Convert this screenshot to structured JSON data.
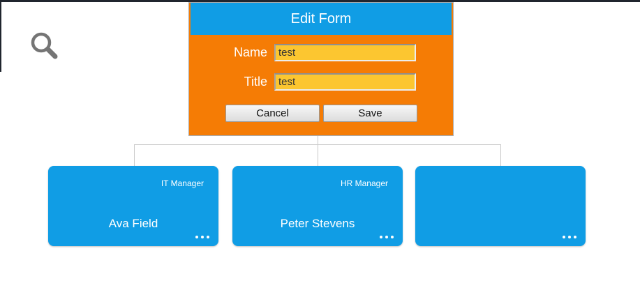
{
  "edit_form": {
    "title": "Edit Form",
    "fields": [
      {
        "label": "Name",
        "value": "test"
      },
      {
        "label": "Title",
        "value": "test"
      }
    ],
    "cancel_label": "Cancel",
    "save_label": "Save"
  },
  "org_chart": {
    "nodes": [
      {
        "title": "IT Manager",
        "name": "Ava Field"
      },
      {
        "title": "HR Manager",
        "name": "Peter Stevens"
      },
      {
        "title": "",
        "name": ""
      }
    ]
  },
  "colors": {
    "accent_blue": "#109DE5",
    "accent_orange": "#F57C05",
    "input_gold": "#FCC630",
    "connector_gray": "#C9C9C9",
    "window_border": "#20252E",
    "icon_gray": "#757575"
  }
}
